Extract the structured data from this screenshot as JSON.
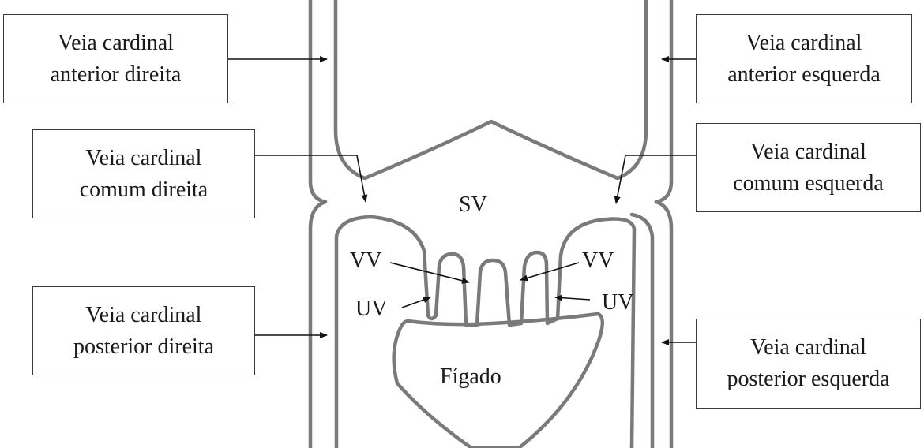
{
  "labels": {
    "anterior_right": {
      "line1": "Veia cardinal",
      "line2": "anterior direita"
    },
    "anterior_left": {
      "line1": "Veia cardinal",
      "line2": "anterior esquerda"
    },
    "common_right": {
      "line1": "Veia cardinal",
      "line2": "comum direita"
    },
    "common_left": {
      "line1": "Veia cardinal",
      "line2": "comum esquerda"
    },
    "posterior_right": {
      "line1": "Veia cardinal",
      "line2": "posterior direita"
    },
    "posterior_left": {
      "line1": "Veia cardinal",
      "line2": "posterior esquerda"
    }
  },
  "abbreviations": {
    "sinus_venosus": "SV",
    "vitelline_vein_left": "VV",
    "vitelline_vein_right": "VV",
    "umbilical_vein_left": "UV",
    "umbilical_vein_right": "UV",
    "liver": "Fígado"
  },
  "colors": {
    "vessel_outline": "#7a7a7a",
    "label_border": "#3a3a3a",
    "arrow": "#111111",
    "text": "#1a1a1a"
  }
}
